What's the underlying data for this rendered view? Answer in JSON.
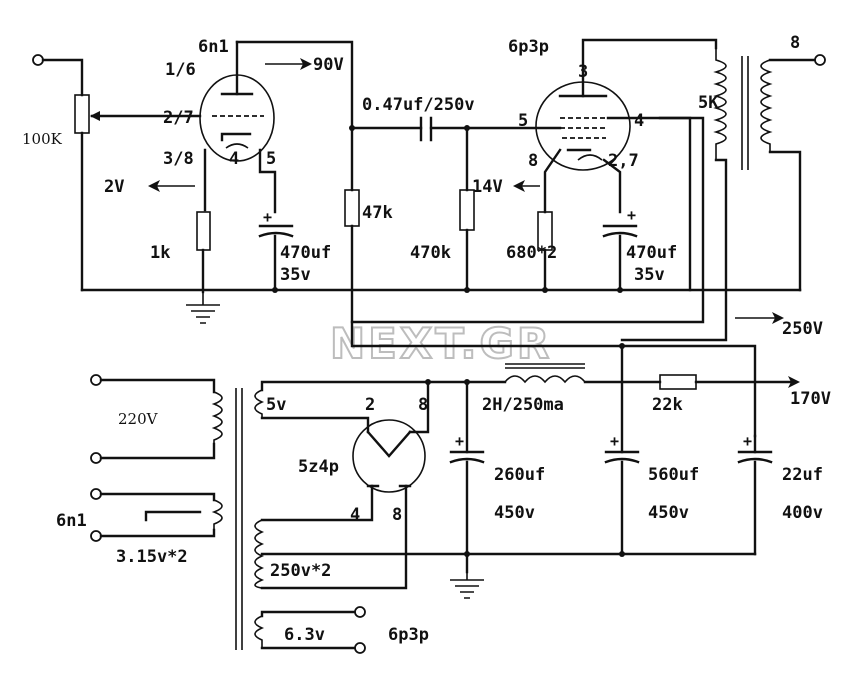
{
  "watermark": "NEXT.GR",
  "tubes": {
    "preamp": {
      "name": "6n1",
      "section": "1/6",
      "grid_pins": "2/7",
      "cathode_pins": "3/8",
      "heater_a": "4",
      "heater_b": "5"
    },
    "output": {
      "name": "6p3p",
      "plate_pin": "3",
      "grid_pin": "5",
      "screen_pin": "4",
      "cathode_pin": "8",
      "heater_pins": "2,7"
    },
    "rectifier": {
      "name": "5z4p",
      "pin_a": "2",
      "pin_b": "8",
      "pin_c": "4",
      "pin_d": "8"
    }
  },
  "components": {
    "pot": "100K",
    "r_cathode": "1k",
    "c_cathode1": "470uf",
    "c_cathode1_v": "35v",
    "r_plate": "47k",
    "c_coupling": "0.47uf/250v",
    "r_grid": "470k",
    "r_cathode2": "680*2",
    "c_cathode2": "470uf",
    "c_cathode2_v": "35v",
    "output_transformer": "5K",
    "speaker": "8",
    "choke": "2H/250ma",
    "c_filter1": "260uf",
    "c_filter1_v": "450v",
    "c_filter2": "560uf",
    "c_filter2_v": "450v",
    "r_dropper": "22k",
    "c_filter3": "22uf",
    "c_filter3_v": "400v"
  },
  "voltages": {
    "plate1": "90V",
    "cathode1": "2V",
    "cathode2": "14V",
    "b_plus": "250V",
    "b_plus2": "170V"
  },
  "power_transformer": {
    "primary": "220V",
    "heater_label": "6n1",
    "heater_winding": "3.15v*2",
    "rect_heater": "5v",
    "hv_winding": "250v*2",
    "out_heater": "6.3v",
    "out_heater_label": "6p3p"
  }
}
